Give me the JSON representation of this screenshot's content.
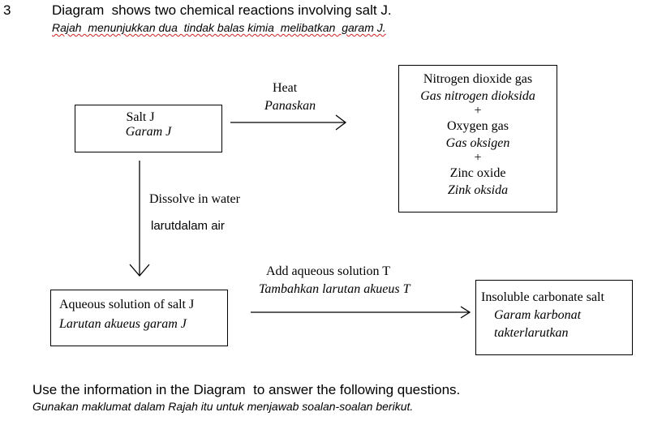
{
  "question": {
    "number": "3",
    "title_en": "Diagram  shows two chemical reactions involving salt J.",
    "title_my": "Rajah  menunjukkan dua  tindak balas kimia  melibatkan  garam J."
  },
  "diagram": {
    "salt_j": {
      "en": "Salt J",
      "my": "Garam J"
    },
    "heat_arrow": {
      "en": "Heat",
      "my": "Panaskan"
    },
    "products": {
      "line1_en": "Nitrogen dioxide gas",
      "line1_my": "Gas nitrogen dioksida",
      "plus1": "+",
      "line2_en": "Oxygen gas",
      "line2_my": "Gas oksigen",
      "plus2": "+",
      "line3_en": "Zinc oxide",
      "line3_my": "Zink oksida"
    },
    "dissolve_arrow": {
      "en": "Dissolve in water",
      "my": "larutdalam air"
    },
    "aqueous": {
      "en": "Aqueous solution of salt J",
      "my": "Larutan akueus garam J"
    },
    "add_arrow": {
      "en": "Add aqueous solution T",
      "my": "Tambahkan larutan akueus T"
    },
    "carbonate": {
      "line1": "Insoluble carbonate salt",
      "line2": "Garam karbonat",
      "line3": "takterlarutkan"
    }
  },
  "footer": {
    "en": "Use the information in the Diagram  to answer the following questions.",
    "my": "Gunakan maklumat dalam Rajah itu untuk menjawab soalan-soalan berikut."
  }
}
